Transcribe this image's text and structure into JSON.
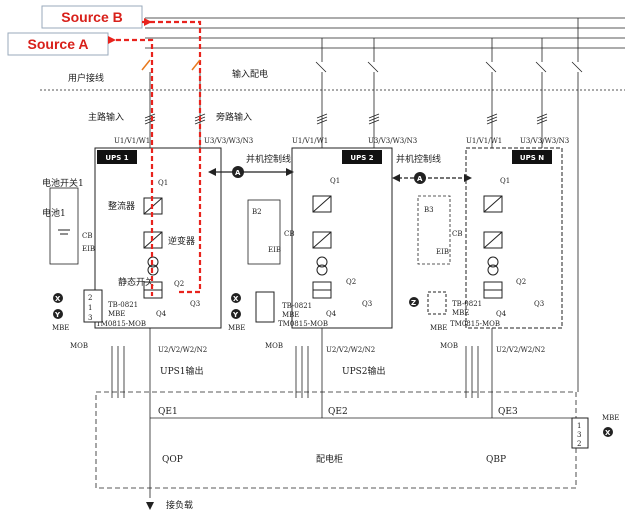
{
  "sources": {
    "b": "Source B",
    "a": "Source A"
  },
  "labels": {
    "user_line": "用户接线",
    "input_dist": "输入配电",
    "main_input": "主路输入",
    "bypass_input": "旁路输入",
    "parallel_ctrl_1": "并机控制线",
    "parallel_ctrl_2": "并机控制线",
    "battery_switch": "电池开关1",
    "battery1": "电池1",
    "rectifier": "整流器",
    "inverter": "逆变器",
    "static_switch": "静态开关",
    "ups1_out": "UPS1输出",
    "ups2_out": "UPS2输出",
    "dist_cabinet": "配电柜",
    "to_load": "接负载",
    "mbe_right": "MBE",
    "qe1": "QE1",
    "qe2": "QE2",
    "qe3": "QE3",
    "qop": "QOP",
    "qbp": "QBP"
  },
  "ups": [
    {
      "title": "UPS 1",
      "in_main": "U1/V1/W1",
      "in_bypass": "U3/V3/W3/N3",
      "out": "U2/V2/W2/N2",
      "q1": "Q1",
      "q2": "Q2",
      "q3": "Q3",
      "q4": "Q4",
      "cb": "CB",
      "eib": "EIB",
      "tb": "TB-0821",
      "mbe": "MBE",
      "tm": "TM0815-MOB",
      "mob": "MOB"
    },
    {
      "title": "UPS 2",
      "in_main": "U1/V1/W1",
      "in_bypass": "U3/V3/W3/N3",
      "out": "U2/V2/W2/N2",
      "q1": "Q1",
      "q2": "Q2",
      "q3": "Q3",
      "q4": "Q4",
      "cb": "CB",
      "eib": "EIB",
      "bat": "B2",
      "tb": "TB-0821",
      "mbe": "MBE",
      "tm": "TM0815-MOB",
      "mob": "MOB"
    },
    {
      "title": "UPS N",
      "in_main": "U1/V1/W1",
      "in_bypass": "U3/V3/W3/N3",
      "out": "U2/V2/W2/N2",
      "q1": "Q1",
      "q2": "Q2",
      "q3": "Q3",
      "q4": "Q4",
      "cb": "CB",
      "eib": "EIB",
      "bat": "B3",
      "tb": "TB-0821",
      "mbe": "MBE",
      "tm": "TM0815-MOB",
      "mob": "MOB"
    }
  ],
  "markers": {
    "a": "A",
    "x": "X",
    "y": "Y",
    "z": "Z",
    "one": "1",
    "two": "2",
    "three": "3"
  },
  "colors": {
    "source_path": "#e8231d",
    "line": "#222222"
  }
}
